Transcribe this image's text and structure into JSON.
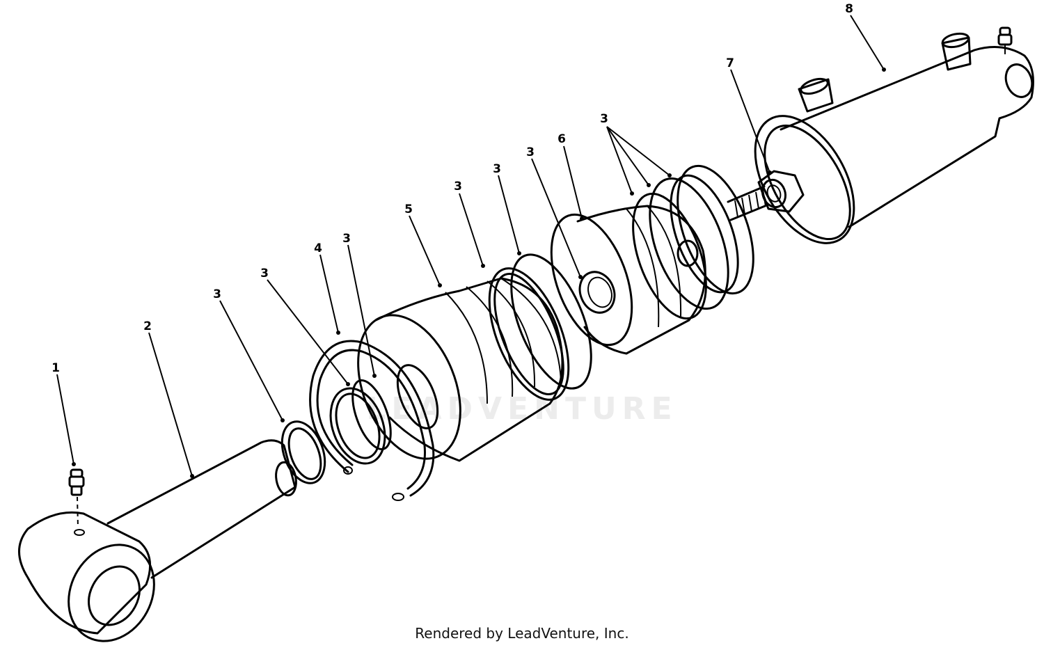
{
  "callouts": {
    "c1": "1",
    "c2": "2",
    "c3a": "3",
    "c3b": "3",
    "c4": "4",
    "c3c": "3",
    "c5": "5",
    "c3d": "3",
    "c3e": "3",
    "c3f": "3",
    "c6": "6",
    "c3g": "3",
    "c7": "7",
    "c8": "8"
  },
  "watermark": "LEADVENTURE",
  "credit": "Rendered by LeadVenture, Inc.",
  "colors": {
    "line": "#000000",
    "background": "#ffffff",
    "watermark": "#d9d9d9"
  }
}
